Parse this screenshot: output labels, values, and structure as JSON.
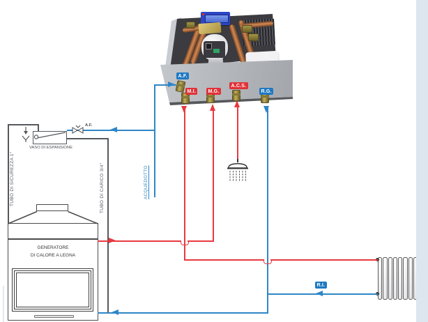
{
  "colors": {
    "pipe_red": "#e8393f",
    "pipe_blue": "#2e86c6",
    "line_gray": "#55585c",
    "label_red_bg": "#e03238",
    "label_blue_bg": "#1f79c2",
    "side_strip": "#dde5ee"
  },
  "unit": {
    "description": "hydraulic thermal module photo",
    "ports": [
      {
        "label": "A.F.",
        "color": "blue"
      },
      {
        "label": "M.I.",
        "color": "red"
      },
      {
        "label": "M.G.",
        "color": "red"
      },
      {
        "label": "A.C.S.",
        "color": "red"
      },
      {
        "label": "R.G.",
        "color": "blue"
      }
    ]
  },
  "labels": {
    "aqueduct": "ACQUEDOTTO",
    "system_return": "R.I.",
    "cold_water_valve": "A.F.",
    "expansion_vessel": "VASO DI ESPANSIONE",
    "safety_pipe": "TUBO DI SICUREZZA 1\"",
    "fill_pipe": "TUBO DI CARICO 3/4\"",
    "generator_line1": "GENERATORE",
    "generator_line2": "DI CALORE A LEGNA"
  }
}
